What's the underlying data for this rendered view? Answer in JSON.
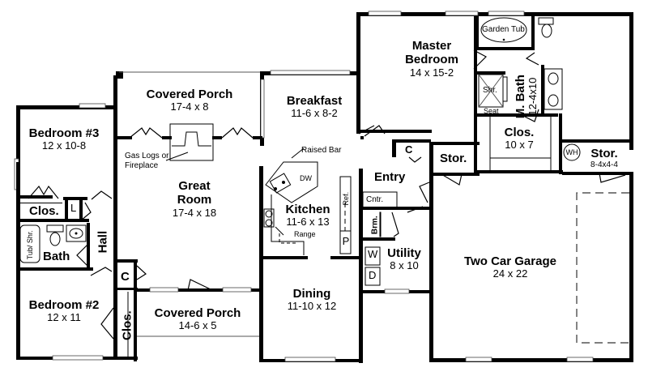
{
  "plan": {
    "rooms": {
      "covered_porch_rear": {
        "name": "Covered Porch",
        "dim": "17-4 x 8"
      },
      "breakfast": {
        "name": "Breakfast",
        "dim": "11-6 x 8-2"
      },
      "master_bedroom": {
        "name_line1": "Master",
        "name_line2": "Bedroom",
        "dim": "14 x 15-2"
      },
      "bedroom3": {
        "name": "Bedroom #3",
        "dim": "12 x 10-8"
      },
      "great_room": {
        "name_line1": "Great",
        "name_line2": "Room",
        "dim": "17-4 x 18"
      },
      "kitchen": {
        "name": "Kitchen",
        "dim": "11-6 x 13"
      },
      "entry": {
        "name": "Entry"
      },
      "master_bath": {
        "name": "M. Bath",
        "dim": "12-4x10"
      },
      "master_closet": {
        "name": "Clos.",
        "dim": "10 x 7"
      },
      "storage_center": {
        "name": "Stor."
      },
      "storage_right": {
        "name": "Stor.",
        "dim": "8-4x4-4"
      },
      "bedroom2": {
        "name": "Bedroom #2",
        "dim": "12 x 11"
      },
      "bath": {
        "name": "Bath"
      },
      "hall": {
        "name": "Hall"
      },
      "closet_bed3": {
        "name": "Clos."
      },
      "closet_bed2": {
        "name": "Clos."
      },
      "covered_porch_front": {
        "name": "Covered Porch",
        "dim": "14-6 x 5"
      },
      "dining": {
        "name": "Dining",
        "dim": "11-10 x 12"
      },
      "utility": {
        "name": "Utility",
        "dim": "8 x 10"
      },
      "garage": {
        "name": "Two Car Garage",
        "dim": "24 x 22"
      }
    },
    "fixtures": {
      "garden_tub": "Garden Tub",
      "shower": "Shr.",
      "seat": "Seat",
      "tub_shower": "Tub/ Shr.",
      "water_heater": "WH",
      "linen": "L",
      "coat_closet_hall": "C",
      "coat_closet_entry": "C",
      "dishwasher": "DW",
      "refrigerator": "Ref.",
      "counter": "Cntr.",
      "broom": "Brm.",
      "pantry": "P",
      "washer": "W",
      "dryer": "D"
    },
    "annotations": {
      "fireplace": "Gas Logs or\nFireplace",
      "fireplace_line1": "Gas Logs or",
      "fireplace_line2": "Fireplace",
      "raised_bar": "Raised Bar",
      "range": "Range"
    }
  }
}
